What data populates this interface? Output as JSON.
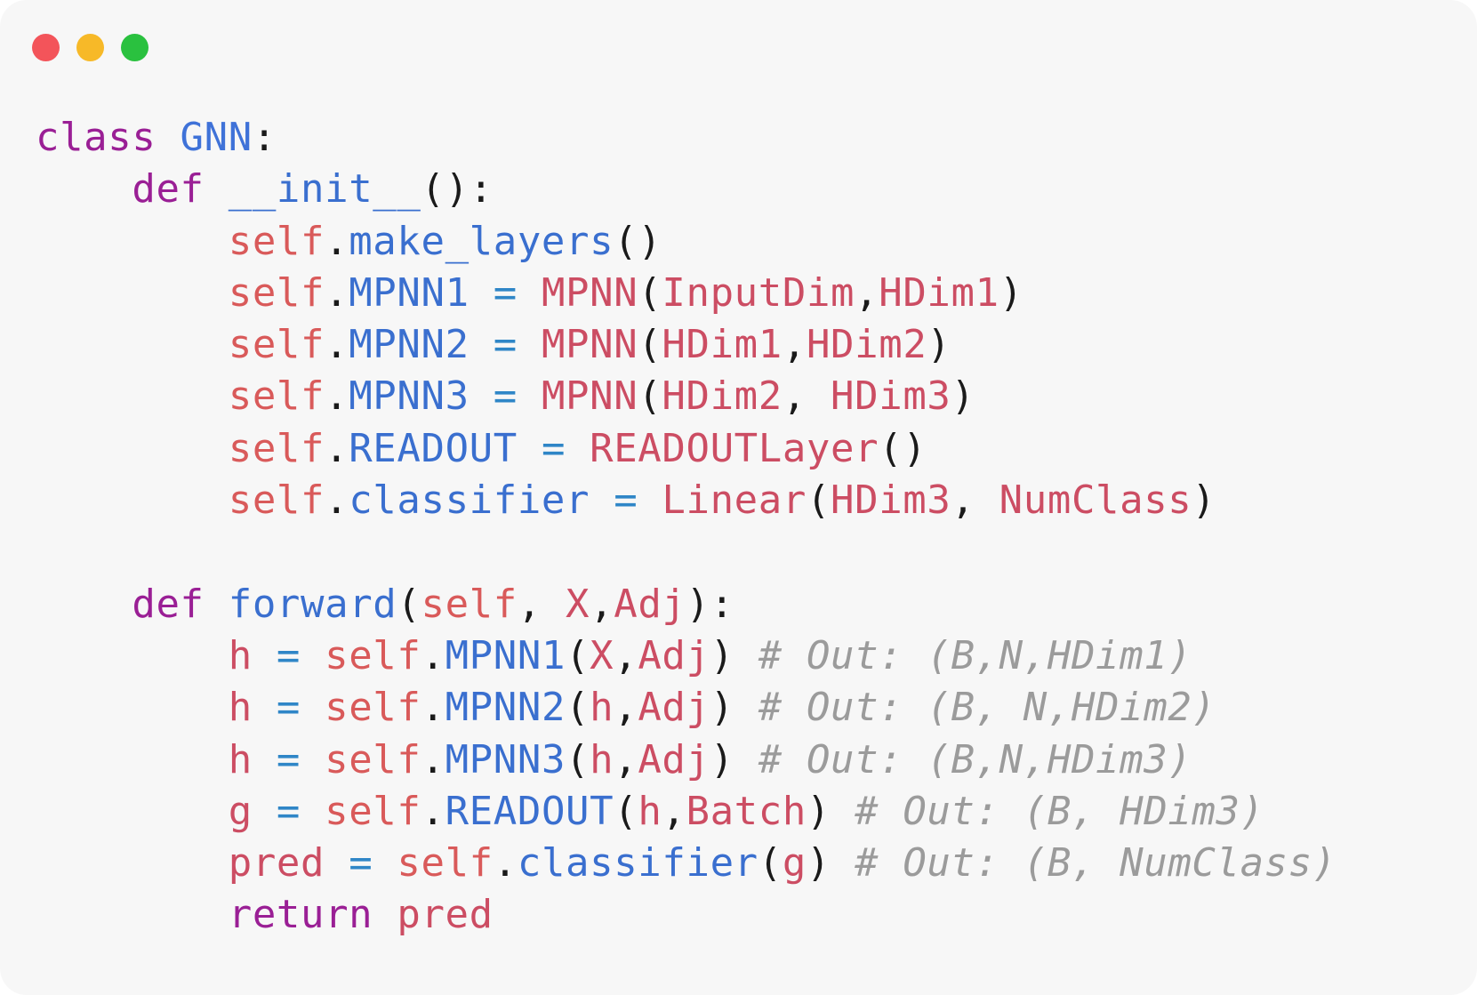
{
  "window": {
    "controls": [
      {
        "name": "close-button",
        "color": "#f3545a"
      },
      {
        "name": "minimize-button",
        "color": "#f7b928"
      },
      {
        "name": "zoom-button",
        "color": "#2ac13f"
      }
    ]
  },
  "code": {
    "lines": [
      {
        "indent": 0,
        "tokens": [
          {
            "t": "class",
            "k": "kw"
          },
          {
            "t": " ",
            "k": "pun"
          },
          {
            "t": "GNN",
            "k": "cls"
          },
          {
            "t": ":",
            "k": "pun"
          }
        ]
      },
      {
        "indent": 4,
        "tokens": [
          {
            "t": "def",
            "k": "kw"
          },
          {
            "t": " ",
            "k": "pun"
          },
          {
            "t": "__init__",
            "k": "fn"
          },
          {
            "t": "():",
            "k": "pun"
          }
        ]
      },
      {
        "indent": 8,
        "tokens": [
          {
            "t": "self",
            "k": "slf"
          },
          {
            "t": ".",
            "k": "pun"
          },
          {
            "t": "make_layers",
            "k": "fn"
          },
          {
            "t": "()",
            "k": "pun"
          }
        ]
      },
      {
        "indent": 8,
        "tokens": [
          {
            "t": "self",
            "k": "slf"
          },
          {
            "t": ".",
            "k": "pun"
          },
          {
            "t": "MPNN1",
            "k": "fn"
          },
          {
            "t": " ",
            "k": "pun"
          },
          {
            "t": "=",
            "k": "op"
          },
          {
            "t": " ",
            "k": "pun"
          },
          {
            "t": "MPNN",
            "k": "var"
          },
          {
            "t": "(",
            "k": "pun"
          },
          {
            "t": "InputDim",
            "k": "var"
          },
          {
            "t": ",",
            "k": "pun"
          },
          {
            "t": "HDim1",
            "k": "var"
          },
          {
            "t": ")",
            "k": "pun"
          }
        ]
      },
      {
        "indent": 8,
        "tokens": [
          {
            "t": "self",
            "k": "slf"
          },
          {
            "t": ".",
            "k": "pun"
          },
          {
            "t": "MPNN2",
            "k": "fn"
          },
          {
            "t": " ",
            "k": "pun"
          },
          {
            "t": "=",
            "k": "op"
          },
          {
            "t": " ",
            "k": "pun"
          },
          {
            "t": "MPNN",
            "k": "var"
          },
          {
            "t": "(",
            "k": "pun"
          },
          {
            "t": "HDim1",
            "k": "var"
          },
          {
            "t": ",",
            "k": "pun"
          },
          {
            "t": "HDim2",
            "k": "var"
          },
          {
            "t": ")",
            "k": "pun"
          }
        ]
      },
      {
        "indent": 8,
        "tokens": [
          {
            "t": "self",
            "k": "slf"
          },
          {
            "t": ".",
            "k": "pun"
          },
          {
            "t": "MPNN3",
            "k": "fn"
          },
          {
            "t": " ",
            "k": "pun"
          },
          {
            "t": "=",
            "k": "op"
          },
          {
            "t": " ",
            "k": "pun"
          },
          {
            "t": "MPNN",
            "k": "var"
          },
          {
            "t": "(",
            "k": "pun"
          },
          {
            "t": "HDim2",
            "k": "var"
          },
          {
            "t": ", ",
            "k": "pun"
          },
          {
            "t": "HDim3",
            "k": "var"
          },
          {
            "t": ")",
            "k": "pun"
          }
        ]
      },
      {
        "indent": 8,
        "tokens": [
          {
            "t": "self",
            "k": "slf"
          },
          {
            "t": ".",
            "k": "pun"
          },
          {
            "t": "READOUT",
            "k": "fn"
          },
          {
            "t": " ",
            "k": "pun"
          },
          {
            "t": "=",
            "k": "op"
          },
          {
            "t": " ",
            "k": "pun"
          },
          {
            "t": "READOUTLayer",
            "k": "var"
          },
          {
            "t": "()",
            "k": "pun"
          }
        ]
      },
      {
        "indent": 8,
        "tokens": [
          {
            "t": "self",
            "k": "slf"
          },
          {
            "t": ".",
            "k": "pun"
          },
          {
            "t": "classifier",
            "k": "fn"
          },
          {
            "t": " ",
            "k": "pun"
          },
          {
            "t": "=",
            "k": "op"
          },
          {
            "t": " ",
            "k": "pun"
          },
          {
            "t": "Linear",
            "k": "var"
          },
          {
            "t": "(",
            "k": "pun"
          },
          {
            "t": "HDim3",
            "k": "var"
          },
          {
            "t": ", ",
            "k": "pun"
          },
          {
            "t": "NumClass",
            "k": "var"
          },
          {
            "t": ")",
            "k": "pun"
          }
        ]
      },
      {
        "indent": 0,
        "tokens": []
      },
      {
        "indent": 4,
        "tokens": [
          {
            "t": "def",
            "k": "kw"
          },
          {
            "t": " ",
            "k": "pun"
          },
          {
            "t": "forward",
            "k": "fn"
          },
          {
            "t": "(",
            "k": "pun"
          },
          {
            "t": "self",
            "k": "slf"
          },
          {
            "t": ", ",
            "k": "pun"
          },
          {
            "t": "X",
            "k": "var"
          },
          {
            "t": ",",
            "k": "pun"
          },
          {
            "t": "Adj",
            "k": "var"
          },
          {
            "t": "):",
            "k": "pun"
          }
        ]
      },
      {
        "indent": 8,
        "tokens": [
          {
            "t": "h",
            "k": "var"
          },
          {
            "t": " ",
            "k": "pun"
          },
          {
            "t": "=",
            "k": "op"
          },
          {
            "t": " ",
            "k": "pun"
          },
          {
            "t": "self",
            "k": "slf"
          },
          {
            "t": ".",
            "k": "pun"
          },
          {
            "t": "MPNN1",
            "k": "fn"
          },
          {
            "t": "(",
            "k": "pun"
          },
          {
            "t": "X",
            "k": "var"
          },
          {
            "t": ",",
            "k": "pun"
          },
          {
            "t": "Adj",
            "k": "var"
          },
          {
            "t": ")",
            "k": "pun"
          },
          {
            "t": " ",
            "k": "pun"
          },
          {
            "t": "# Out: (B,N,HDim1)",
            "k": "cmt"
          }
        ]
      },
      {
        "indent": 8,
        "tokens": [
          {
            "t": "h",
            "k": "var"
          },
          {
            "t": " ",
            "k": "pun"
          },
          {
            "t": "=",
            "k": "op"
          },
          {
            "t": " ",
            "k": "pun"
          },
          {
            "t": "self",
            "k": "slf"
          },
          {
            "t": ".",
            "k": "pun"
          },
          {
            "t": "MPNN2",
            "k": "fn"
          },
          {
            "t": "(",
            "k": "pun"
          },
          {
            "t": "h",
            "k": "var"
          },
          {
            "t": ",",
            "k": "pun"
          },
          {
            "t": "Adj",
            "k": "var"
          },
          {
            "t": ")",
            "k": "pun"
          },
          {
            "t": " ",
            "k": "pun"
          },
          {
            "t": "# Out: (B, N,HDim2)",
            "k": "cmt"
          }
        ]
      },
      {
        "indent": 8,
        "tokens": [
          {
            "t": "h",
            "k": "var"
          },
          {
            "t": " ",
            "k": "pun"
          },
          {
            "t": "=",
            "k": "op"
          },
          {
            "t": " ",
            "k": "pun"
          },
          {
            "t": "self",
            "k": "slf"
          },
          {
            "t": ".",
            "k": "pun"
          },
          {
            "t": "MPNN3",
            "k": "fn"
          },
          {
            "t": "(",
            "k": "pun"
          },
          {
            "t": "h",
            "k": "var"
          },
          {
            "t": ",",
            "k": "pun"
          },
          {
            "t": "Adj",
            "k": "var"
          },
          {
            "t": ")",
            "k": "pun"
          },
          {
            "t": " ",
            "k": "pun"
          },
          {
            "t": "# Out: (B,N,HDim3)",
            "k": "cmt"
          }
        ]
      },
      {
        "indent": 8,
        "tokens": [
          {
            "t": "g",
            "k": "var"
          },
          {
            "t": " ",
            "k": "pun"
          },
          {
            "t": "=",
            "k": "op"
          },
          {
            "t": " ",
            "k": "pun"
          },
          {
            "t": "self",
            "k": "slf"
          },
          {
            "t": ".",
            "k": "pun"
          },
          {
            "t": "READOUT",
            "k": "fn"
          },
          {
            "t": "(",
            "k": "pun"
          },
          {
            "t": "h",
            "k": "var"
          },
          {
            "t": ",",
            "k": "pun"
          },
          {
            "t": "Batch",
            "k": "var"
          },
          {
            "t": ")",
            "k": "pun"
          },
          {
            "t": " ",
            "k": "pun"
          },
          {
            "t": "# Out: (B, HDim3)",
            "k": "cmt"
          }
        ]
      },
      {
        "indent": 8,
        "tokens": [
          {
            "t": "pred",
            "k": "var"
          },
          {
            "t": " ",
            "k": "pun"
          },
          {
            "t": "=",
            "k": "op"
          },
          {
            "t": " ",
            "k": "pun"
          },
          {
            "t": "self",
            "k": "slf"
          },
          {
            "t": ".",
            "k": "pun"
          },
          {
            "t": "classifier",
            "k": "fn"
          },
          {
            "t": "(",
            "k": "pun"
          },
          {
            "t": "g",
            "k": "var"
          },
          {
            "t": ")",
            "k": "pun"
          },
          {
            "t": " ",
            "k": "pun"
          },
          {
            "t": "# Out: (B, NumClass)",
            "k": "cmt"
          }
        ]
      },
      {
        "indent": 8,
        "tokens": [
          {
            "t": "return",
            "k": "kw"
          },
          {
            "t": " ",
            "k": "pun"
          },
          {
            "t": "pred",
            "k": "var"
          }
        ]
      }
    ]
  }
}
